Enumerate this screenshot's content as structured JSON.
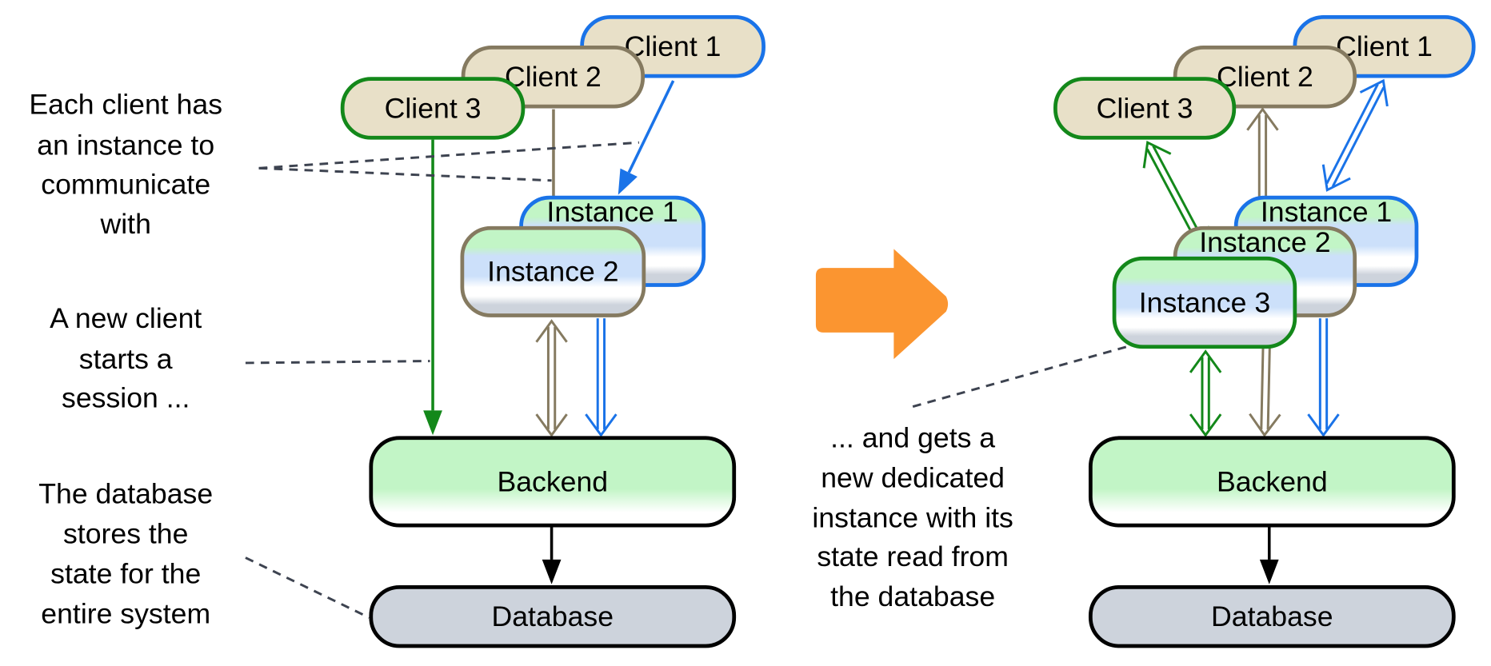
{
  "colors": {
    "client1": "#1a73e8",
    "client2": "#857a60",
    "client3": "#13881a",
    "client_fill": "#e8e0c8",
    "database_fill": "#cdd3dc",
    "backend_fill": "#c2f5c6",
    "transition_arrow": "#fb9530"
  },
  "left": {
    "clients": [
      "Client 1",
      "Client 2",
      "Client 3"
    ],
    "instances": [
      "Instance 1",
      "Instance 2"
    ],
    "backend": "Backend",
    "database": "Database",
    "notes": {
      "instance": [
        "Each client has",
        "an instance to",
        "communicate",
        "with"
      ],
      "session": [
        "A new client",
        "starts a",
        "session ..."
      ],
      "database": [
        "The database",
        "stores the",
        "state for the",
        "entire system"
      ]
    }
  },
  "right": {
    "clients": [
      "Client 1",
      "Client 2",
      "Client 3"
    ],
    "instances": [
      "Instance 1",
      "Instance 2",
      "Instance 3"
    ],
    "backend": "Backend",
    "database": "Database",
    "notes": {
      "dedicated": [
        "... and gets a",
        "new dedicated",
        "instance with its",
        "state read from",
        "the database"
      ]
    }
  },
  "transition_icon": "right-arrow-icon"
}
